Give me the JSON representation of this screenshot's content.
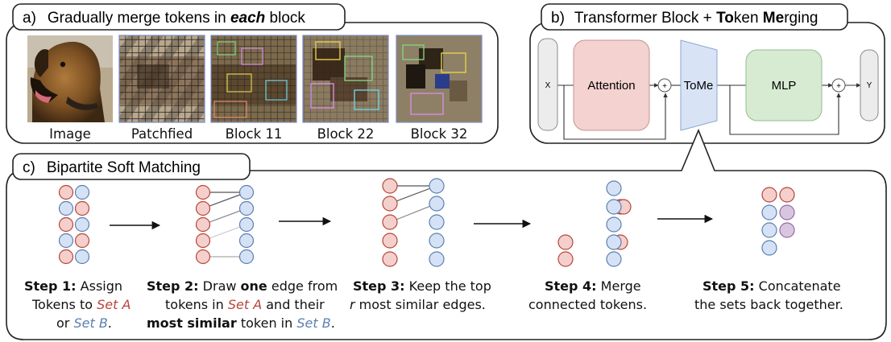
{
  "panel_a": {
    "tag": "a)",
    "title_pre": "Gradually merge tokens in ",
    "title_em": "each",
    "title_post": " block",
    "captions": [
      "Image",
      "Patchfied",
      "Block 11",
      "Block 22",
      "Block 32"
    ]
  },
  "panel_b": {
    "tag": "b)",
    "title_pre": "Transformer Block + ",
    "title_b1": "To",
    "title_mid": "ken ",
    "title_b2": "Me",
    "title_post": "rging",
    "x_label": "X",
    "attention": "Attention",
    "tome": "ToMe",
    "mlp": "MLP",
    "y_label": "Y",
    "plus": "+",
    "colors": {
      "attention_fill": "#f3d2d0",
      "tome_fill": "#d8e4f6",
      "mlp_fill": "#d6ebd1",
      "io_fill": "#ececec"
    }
  },
  "panel_c": {
    "tag": "c)",
    "title": "Bipartite Soft Matching",
    "colors": {
      "set_a": "#f4cfcb",
      "set_a_stroke": "#b5463a",
      "set_b": "#d5e2f6",
      "set_b_stroke": "#5b7fb0",
      "merged": "#d9c5e0",
      "merged_stroke": "#8e6fa3"
    },
    "step1": {
      "label": "Step 1:",
      "t1": " Assign",
      "t2": "Tokens to ",
      "setA": "Set A",
      "t3": "or ",
      "setB": "Set B",
      "t4": "."
    },
    "step2": {
      "label": "Step 2:",
      "t1": " Draw ",
      "one": "one",
      "t2": " edge from",
      "t3": "tokens in ",
      "setA": "Set A",
      "t4": " and their",
      "most": "most similar",
      "t5": " token in ",
      "setB": "Set B",
      "t6": "."
    },
    "step3": {
      "label": "Step 3:",
      "t1": " Keep the top",
      "r": "r",
      "t2": " most similar edges."
    },
    "step4": {
      "label": "Step 4:",
      "t1": " Merge",
      "t2": "connected tokens."
    },
    "step5": {
      "label": "Step 5:",
      "t1": " Concatenate",
      "t2": "the sets back together."
    }
  }
}
